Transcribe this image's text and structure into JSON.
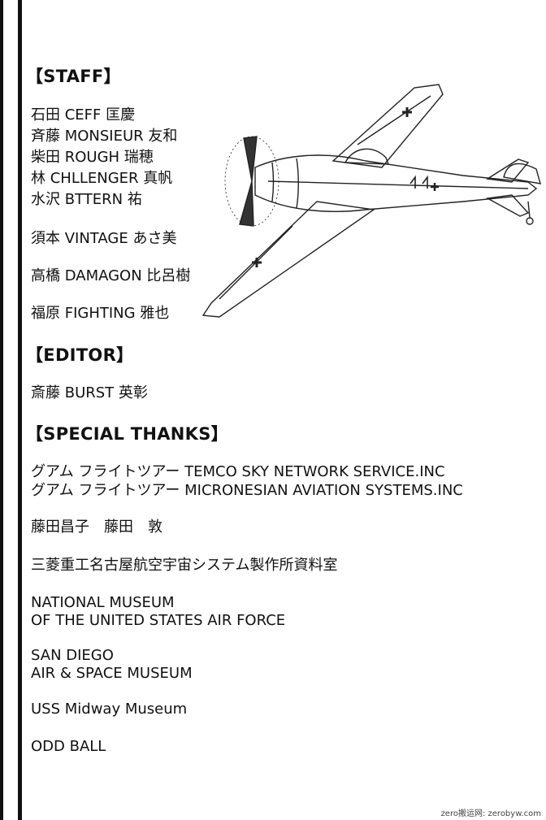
{
  "staff": {
    "heading": "【STAFF】",
    "members": [
      "石田 CEFF 匡慶",
      "斉藤 MONSIEUR 友和",
      "柴田 ROUGH 瑞穂",
      "林 CHLLENGER 真帆",
      "水沢 BTTERN 祐",
      "須本 VINTAGE あさ美",
      "高橋 DAMAGON 比呂樹",
      "福原 FIGHTING 雅也"
    ]
  },
  "editor": {
    "heading": "【EDITOR】",
    "members": [
      "斎藤 BURST 英彰"
    ]
  },
  "special_thanks": {
    "heading": "【SPECIAL  THANKS】",
    "entries": [
      "グアム フライトツアー TEMCO SKY NETWORK SERVICE.INC",
      "グアム フライトツアー MICRONESIAN AVIATION SYSTEMS.INC",
      "藤田昌子　藤田　敦",
      "三菱重工名古屋航空宇宙システム製作所資料室",
      "NATIONAL MUSEUM",
      "OF THE UNITED STATES AIR FORCE",
      "SAN DIEGO",
      "AIR & SPACE MUSEUM",
      "USS Midway Museum",
      "ODD BALL"
    ]
  },
  "watermark": "zero搬运网: zerobyw.com",
  "icons": {
    "illustration": "fighter-plane-illustration"
  }
}
